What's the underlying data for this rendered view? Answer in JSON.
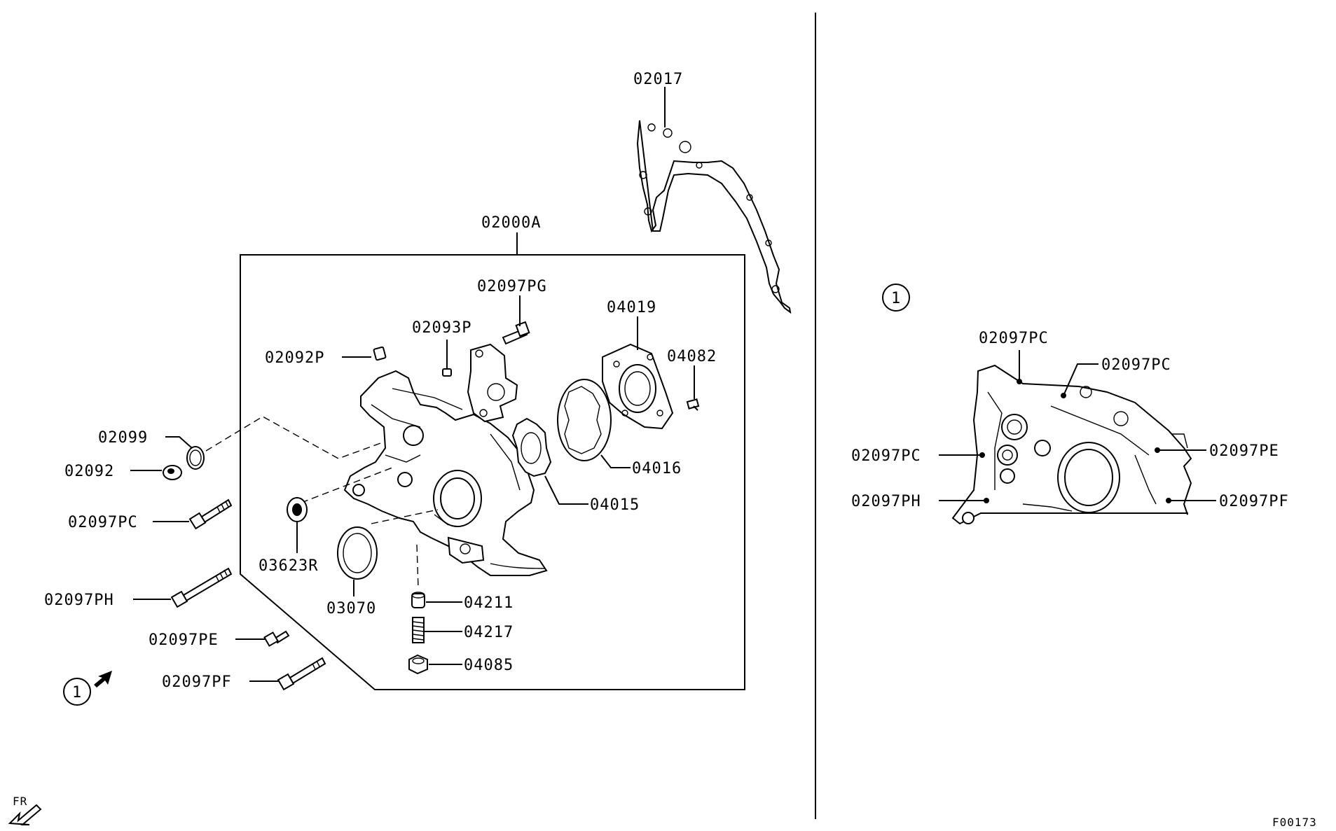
{
  "callouts": {
    "p02017": "02017",
    "p02000A": "02000A",
    "p02097PG": "02097PG",
    "p02093P": "02093P",
    "p04019": "04019",
    "p04082": "04082",
    "p02092P": "02092P",
    "p02099": "02099",
    "p02092": "02092",
    "p04016": "04016",
    "p04015": "04015",
    "p02097PC": "02097PC",
    "p03623R": "03623R",
    "p03070": "03070",
    "p04211": "04211",
    "p02097PH": "02097PH",
    "p04217": "04217",
    "p02097PE": "02097PE",
    "p04085": "04085",
    "p02097PF": "02097PF"
  },
  "detail_view": {
    "marker": "1",
    "labels": {
      "top_left": "02097PC",
      "top_right": "02097PC",
      "left_upper": "02097PC",
      "left_lower": "02097PH",
      "right_upper": "02097PE",
      "right_lower": "02097PF"
    }
  },
  "view_marker": "1",
  "direction_label": "FR",
  "figure_id": "F00173"
}
